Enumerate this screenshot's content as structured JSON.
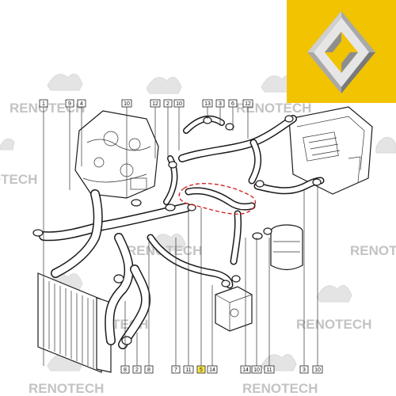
{
  "brand": {
    "watermark_text": "RENOTECH",
    "logo_bg_color": "#f2c300",
    "logo_icon": "renault-diamond-logo"
  },
  "diagram": {
    "highlight_color": "#d21c1c",
    "top_callouts": [
      "1",
      "9",
      "4",
      "10",
      "12",
      "2",
      "10",
      "13",
      "3",
      "6",
      "12"
    ],
    "bottom_callouts": [
      "8",
      "2",
      "8",
      "7",
      "11",
      "5",
      "14",
      "14",
      "10",
      "11",
      "3",
      "10"
    ]
  }
}
